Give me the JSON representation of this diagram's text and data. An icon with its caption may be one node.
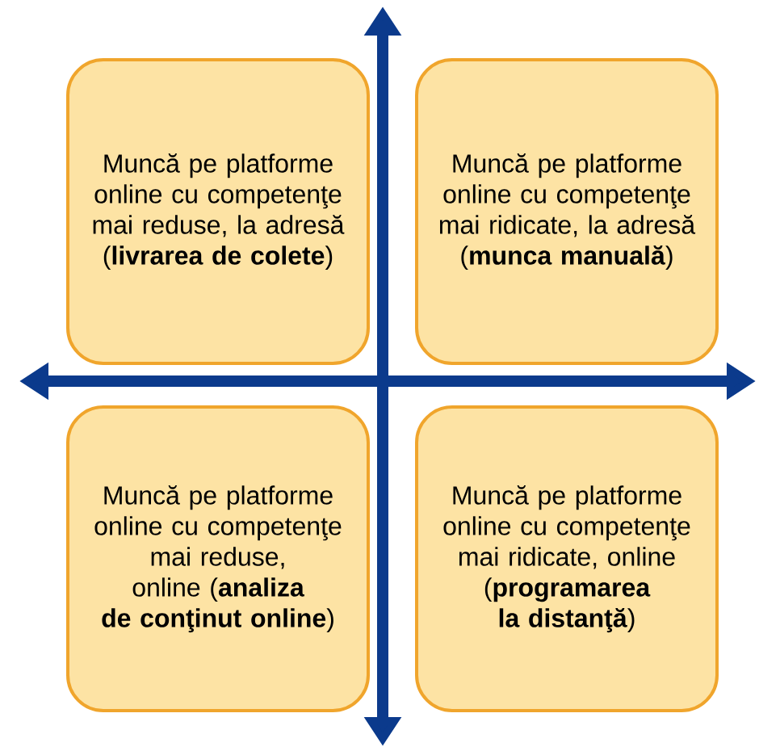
{
  "diagram": {
    "nodes": [
      {
        "text": [
          "Muncă pe platforme online cu competenţe mai reduse, la adresă (**livrarea de colete**)"
        ]
      },
      {
        "text": [
          "Muncă pe platforme online cu competenţe mai ridicate, la adresă (**munca manuală**)"
        ]
      },
      {
        "text": [
          "Muncă pe platforme online cu competenţe mai reduse, online (**analiza de conţinut online**)"
        ]
      },
      {
        "text": [
          "Muncă pe platforme online cu competenţe mai ridicate, online (**programarea la distanţă**)"
        ]
      }
    ]
  }
}
